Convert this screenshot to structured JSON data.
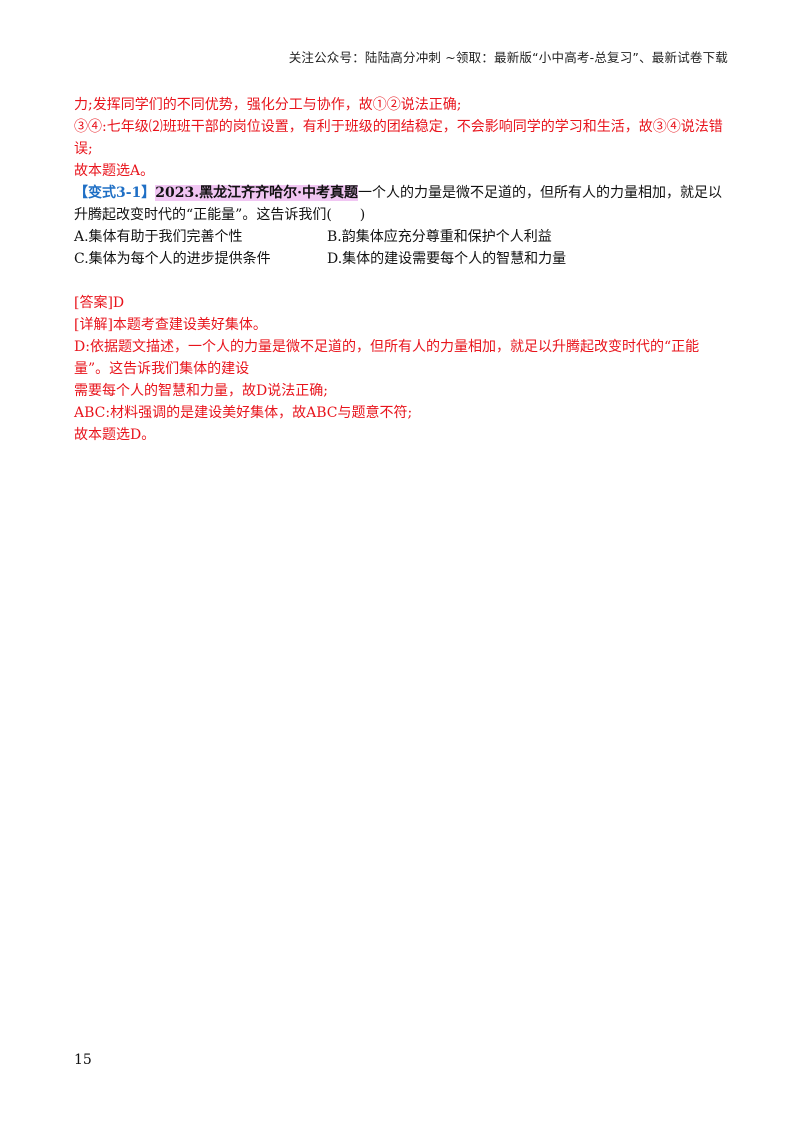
{
  "header": {
    "text": "关注公众号：陆陆高分冲刺 ~领取：最新版“小中高考-总复习”、最新试卷下载"
  },
  "prev_answer": {
    "line1": "力;发挥同学们的不同优势，强化分工与协作，故①②说法正确;",
    "line2": "③④:七年级⑵班班干部的岗位设置，有利于班级的团结稳定，不会影响同学的学习和生活，故③④说法错误;",
    "line3": "故本题选A。"
  },
  "question": {
    "tag": "【变式3-1】",
    "source": "2023.黑龙江齐齐哈尔·中考真题",
    "stem": "一个人的力量是微不足道的，但所有人的力量相加，就足以升腾起改变时代的“正能量”。这告诉我们(　　)",
    "options": [
      "A.集体有助于我们完善个性",
      "B.韵集体应充分尊重和保护个人利益",
      "C.集体为每个人的进步提供条件",
      "D.集体的建设需要每个人的智慧和力量"
    ]
  },
  "answer": {
    "answer_line": "[答案]D",
    "detail_line": "[详解]本题考查建设美好集体。",
    "d_line": "D:依据题文描述，一个人的力量是微不足道的，但所有人的力量相加，就足以升腾起改变时代的“正能量”。这告诉我们集体的建设",
    "d_line2": "需要每个人的智慧和力量，故D说法正确;",
    "abc_line": "ABC:材料强调的是建设美好集体，故ABC与题意不符;",
    "conclusion": "故本题选D。"
  },
  "page_number": "15"
}
